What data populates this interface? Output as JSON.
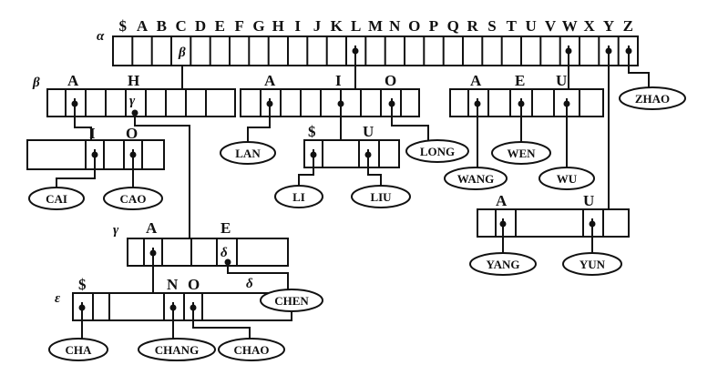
{
  "root_node": {
    "label": "α",
    "header": [
      "$",
      "A",
      "B",
      "C",
      "D",
      "E",
      "F",
      "G",
      "H",
      "I",
      "J",
      "K",
      "L",
      "M",
      "N",
      "O",
      "P",
      "Q",
      "R",
      "S",
      "T",
      "U",
      "V",
      "W",
      "X",
      "Y",
      "Z"
    ],
    "inner_label": "β"
  },
  "node_beta": {
    "label": "β",
    "keys": [
      "A",
      "H"
    ],
    "inner_label": "γ"
  },
  "node_beta_i": {
    "keys": [
      "I",
      "O"
    ]
  },
  "node_l": {
    "keys": [
      "A",
      "I",
      "O"
    ]
  },
  "node_li": {
    "keys": [
      "$",
      "U"
    ]
  },
  "node_w": {
    "keys": [
      "A",
      "E",
      "U"
    ]
  },
  "node_y": {
    "keys": [
      "A",
      "U"
    ]
  },
  "node_gamma": {
    "label": "γ",
    "keys": [
      "A",
      "E"
    ],
    "inner_label": "δ"
  },
  "node_epsilon": {
    "label": "ε",
    "keys": [
      "$",
      "N",
      "O"
    ]
  },
  "delta_label": "δ",
  "leaves": {
    "cai": "CAI",
    "cao": "CAO",
    "lan": "LAN",
    "li": "LI",
    "liu": "LIU",
    "long": "LONG",
    "wang": "WANG",
    "wen": "WEN",
    "wu": "WU",
    "zhao": "ZHAO",
    "yang": "YANG",
    "yun": "YUN",
    "chen": "CHEN",
    "cha": "CHA",
    "chang": "CHANG",
    "chao": "CHAO"
  }
}
